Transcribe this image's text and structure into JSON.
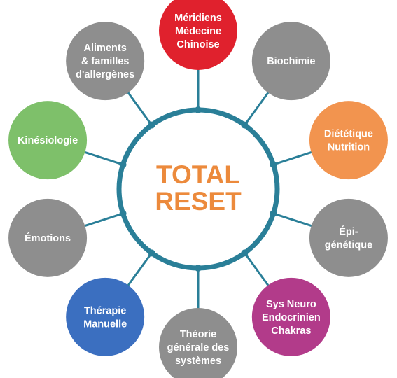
{
  "center": {
    "title_line1": "TOTAL",
    "title_line2": "RESET",
    "title_color": "#ec8a3c",
    "ring_color": "#2a7f98"
  },
  "nodes": [
    {
      "id": "meridiens",
      "lines": [
        "Méridiens",
        "Médecine",
        "Chinoise"
      ],
      "color": "#e0212d"
    },
    {
      "id": "biochimie",
      "lines": [
        "Biochimie"
      ],
      "color": "#8e8e8e"
    },
    {
      "id": "dietetique",
      "lines": [
        "Diététique",
        "Nutrition"
      ],
      "color": "#f2944f"
    },
    {
      "id": "epigenetique",
      "lines": [
        "Épi-",
        "génétique"
      ],
      "color": "#8e8e8e"
    },
    {
      "id": "sys-neuro",
      "lines": [
        "Sys Neuro",
        "Endocrinien",
        "Chakras"
      ],
      "color": "#b23b8a"
    },
    {
      "id": "theorie",
      "lines": [
        "Théorie",
        "générale des",
        "systèmes"
      ],
      "color": "#8e8e8e"
    },
    {
      "id": "therapie",
      "lines": [
        "Thérapie",
        "Manuelle"
      ],
      "color": "#3b6fc0"
    },
    {
      "id": "emotions",
      "lines": [
        "Émotions"
      ],
      "color": "#8e8e8e"
    },
    {
      "id": "kinesiologie",
      "lines": [
        "Kinésiologie"
      ],
      "color": "#7ec06a"
    },
    {
      "id": "aliments",
      "lines": [
        "Aliments",
        "& familles",
        "d'allergènes"
      ],
      "color": "#8e8e8e"
    }
  ]
}
